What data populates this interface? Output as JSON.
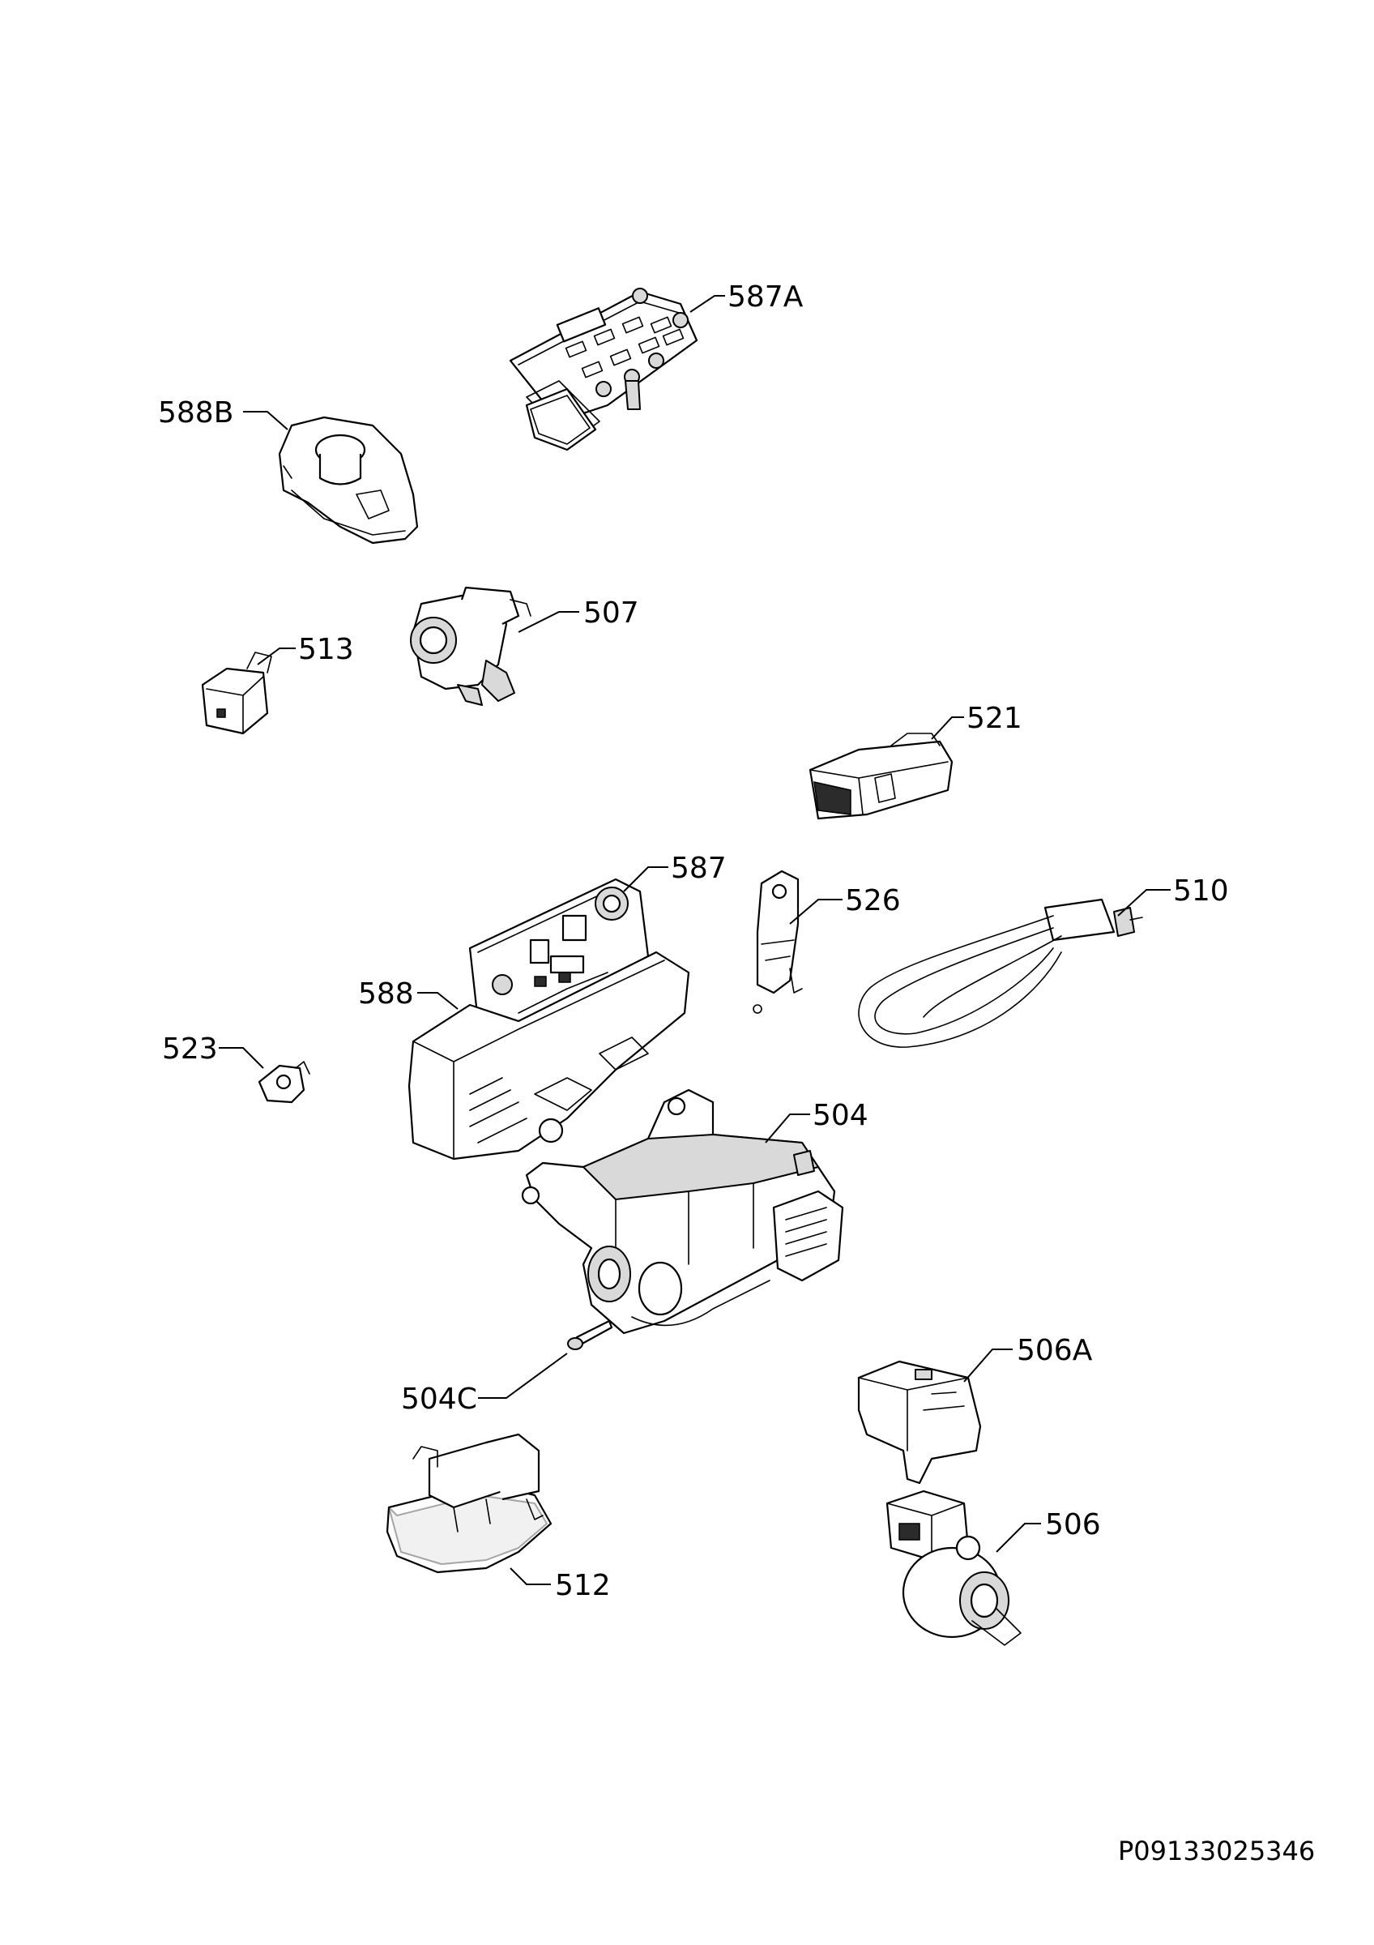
{
  "drawing_id": "P09133025346",
  "labels": {
    "p587A": "587A",
    "p588B": "588B",
    "p507": "507",
    "p513": "513",
    "p521": "521",
    "p587": "587",
    "p526": "526",
    "p510": "510",
    "p588": "588",
    "p523": "523",
    "p504": "504",
    "p504C": "504C",
    "p506A": "506A",
    "p506": "506",
    "p512": "512"
  }
}
